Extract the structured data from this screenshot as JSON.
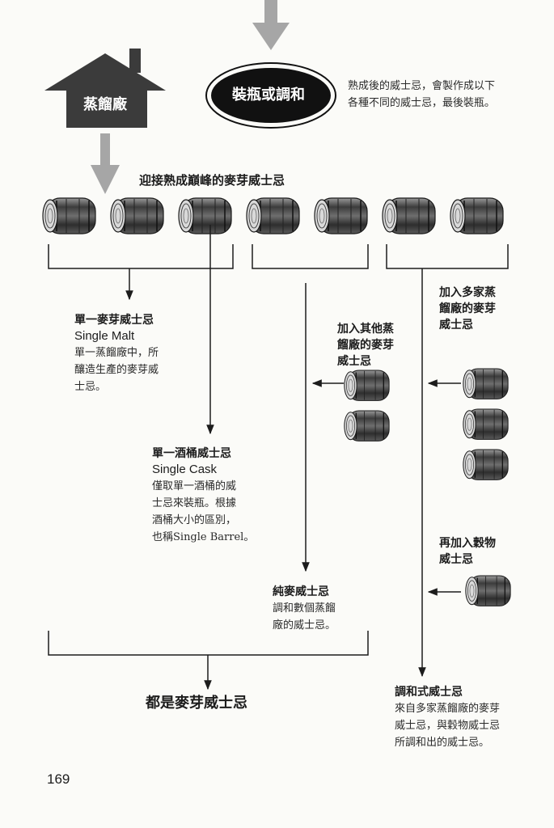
{
  "distillery": {
    "label": "蒸餾廠"
  },
  "bottling": {
    "label": "裝瓶或調和",
    "note": [
      "熟成後的威士忌，會製作成以下",
      "各種不同的威士忌，最後裝瓶。"
    ]
  },
  "peak_label": "迎接熟成巔峰的麥芽威士忌",
  "single_malt": {
    "title": "單一麥芽威士忌",
    "subtitle": "Single Malt",
    "desc": [
      "單一蒸餾廠中，所",
      "釀造生產的麥芽威",
      "士忌。"
    ]
  },
  "single_cask": {
    "title": "單一酒桶威士忌",
    "subtitle": "Single Cask",
    "desc": [
      "僅取單一酒桶的威",
      "士忌來裝瓶。根據",
      "酒桶大小的區別，",
      "也稱Single Barrel。"
    ]
  },
  "other_distillery": {
    "label": [
      "加入其他蒸",
      "餾廠的麥芽",
      "威士忌"
    ]
  },
  "multi_distillery": {
    "label": [
      "加入多家蒸",
      "餾廠的麥芽",
      "威士忌"
    ]
  },
  "grain": {
    "label": [
      "再加入穀物",
      "威士忌"
    ]
  },
  "pure_malt": {
    "title": "純麥威士忌",
    "desc": [
      "調和數個蒸餾",
      "廠的威士忌。"
    ]
  },
  "all_malt": "都是麥芽威士忌",
  "blended": {
    "title": "調和式威士忌",
    "desc": [
      "來自多家蒸餾廠的麥芽",
      "威士忌，與穀物威士忌",
      "所調和出的威士忌。"
    ]
  },
  "page_number": "169",
  "colors": {
    "ink": "#1c1c1c",
    "arrow_gray": "#a6a6a6",
    "house": "#3b3b3b",
    "oval": "#111111",
    "barrel_body": "#3a3a3a"
  }
}
